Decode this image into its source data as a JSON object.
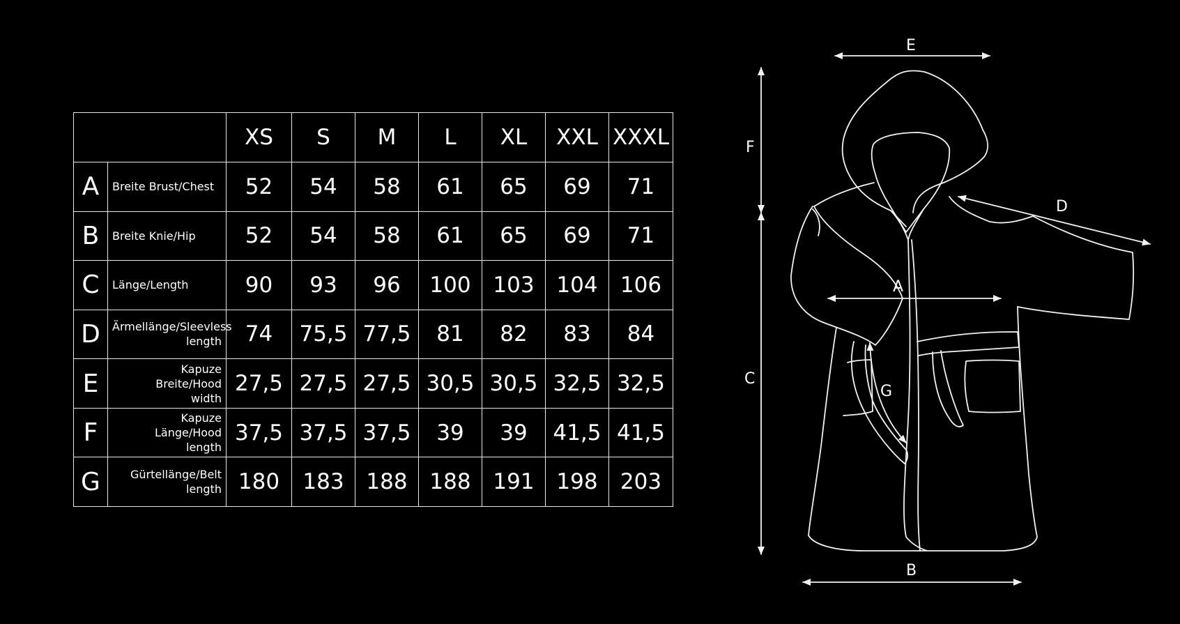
{
  "table": {
    "sizes": [
      "XS",
      "S",
      "M",
      "L",
      "XL",
      "XXL",
      "XXXL"
    ],
    "rows": [
      {
        "letter": "A",
        "label_line1": "Breite Brust/Chest",
        "label_line2": "",
        "values": [
          "52",
          "54",
          "58",
          "61",
          "65",
          "69",
          "71"
        ]
      },
      {
        "letter": "B",
        "label_line1": "Breite Knie/Hip",
        "label_line2": "",
        "values": [
          "52",
          "54",
          "58",
          "61",
          "65",
          "69",
          "71"
        ]
      },
      {
        "letter": "C",
        "label_line1": "Länge/Length",
        "label_line2": "",
        "values": [
          "90",
          "93",
          "96",
          "100",
          "103",
          "104",
          "106"
        ]
      },
      {
        "letter": "D",
        "label_line1": "Ärmellänge/Sleevless",
        "label_line2": "length",
        "values": [
          "74",
          "75,5",
          "77,5",
          "81",
          "82",
          "83",
          "84"
        ]
      },
      {
        "letter": "E",
        "label_line1": "Kapuze Breite/Hood",
        "label_line2": "width",
        "values": [
          "27,5",
          "27,5",
          "27,5",
          "30,5",
          "30,5",
          "32,5",
          "32,5"
        ]
      },
      {
        "letter": "F",
        "label_line1": "Kapuze Länge/Hood",
        "label_line2": "length",
        "values": [
          "37,5",
          "37,5",
          "37,5",
          "39",
          "39",
          "41,5",
          "41,5"
        ]
      },
      {
        "letter": "G",
        "label_line1": "Gürtellänge/Belt",
        "label_line2": "length",
        "values": [
          "180",
          "183",
          "188",
          "188",
          "191",
          "198",
          "203"
        ]
      }
    ]
  },
  "diagram": {
    "labels": {
      "a": "A",
      "b": "B",
      "c": "C",
      "d": "D",
      "e": "E",
      "f": "F",
      "g": "G"
    },
    "line_color": "#f2f2f2"
  }
}
